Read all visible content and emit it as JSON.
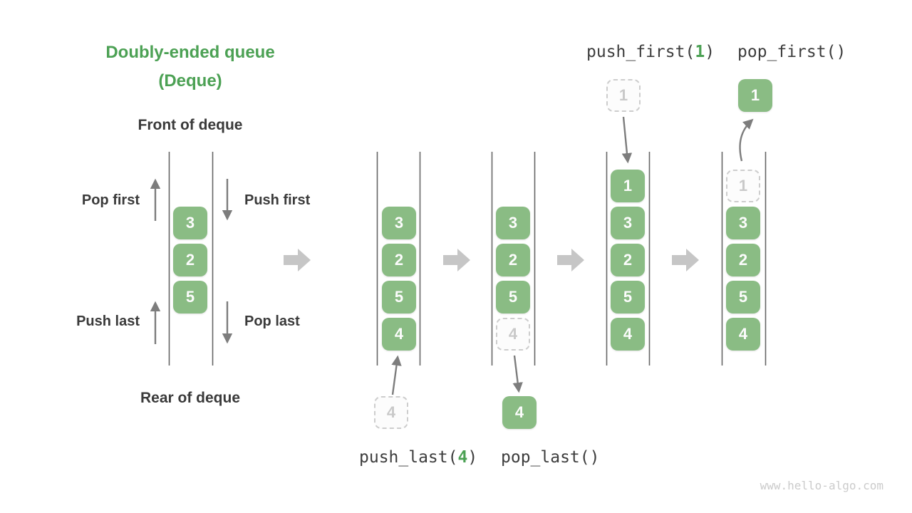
{
  "title": {
    "line1": "Doubly-ended queue",
    "line2": "(Deque)"
  },
  "labels": {
    "front": "Front of deque",
    "rear": "Rear of deque",
    "pop_first": "Pop first",
    "push_first": "Push first",
    "push_last": "Push last",
    "pop_last": "Pop last"
  },
  "operations": {
    "push_first": {
      "prefix": "push_first(",
      "arg": "1",
      "suffix": ")"
    },
    "pop_first": {
      "text": "pop_first()"
    },
    "push_last": {
      "prefix": "push_last(",
      "arg": "4",
      "suffix": ")"
    },
    "pop_last": {
      "text": "pop_last()"
    }
  },
  "queues": {
    "q1": {
      "cells": [
        "3",
        "2",
        "5"
      ]
    },
    "q2": {
      "cells": [
        "3",
        "2",
        "5",
        "4"
      ],
      "incoming": "4"
    },
    "q3": {
      "cells": [
        "3",
        "2",
        "5"
      ],
      "ghost": "4",
      "outgoing": "4"
    },
    "q4": {
      "cells": [
        "1",
        "3",
        "2",
        "5",
        "4"
      ],
      "incoming": "1"
    },
    "q5": {
      "cells": [
        "3",
        "2",
        "5",
        "4"
      ],
      "ghost": "1",
      "outgoing": "1"
    }
  },
  "colors": {
    "accent_green": "#4ca154",
    "box_green": "#8abc84",
    "dark_text": "#3a3a3a",
    "ghost_border": "#cdcdcd",
    "ghost_text": "#c9c9c9",
    "block_arrow": "#c6c6c6",
    "thin_arrow": "#7d7d7d",
    "queue_line": "#666666"
  },
  "watermark": "www.hello-algo.com"
}
